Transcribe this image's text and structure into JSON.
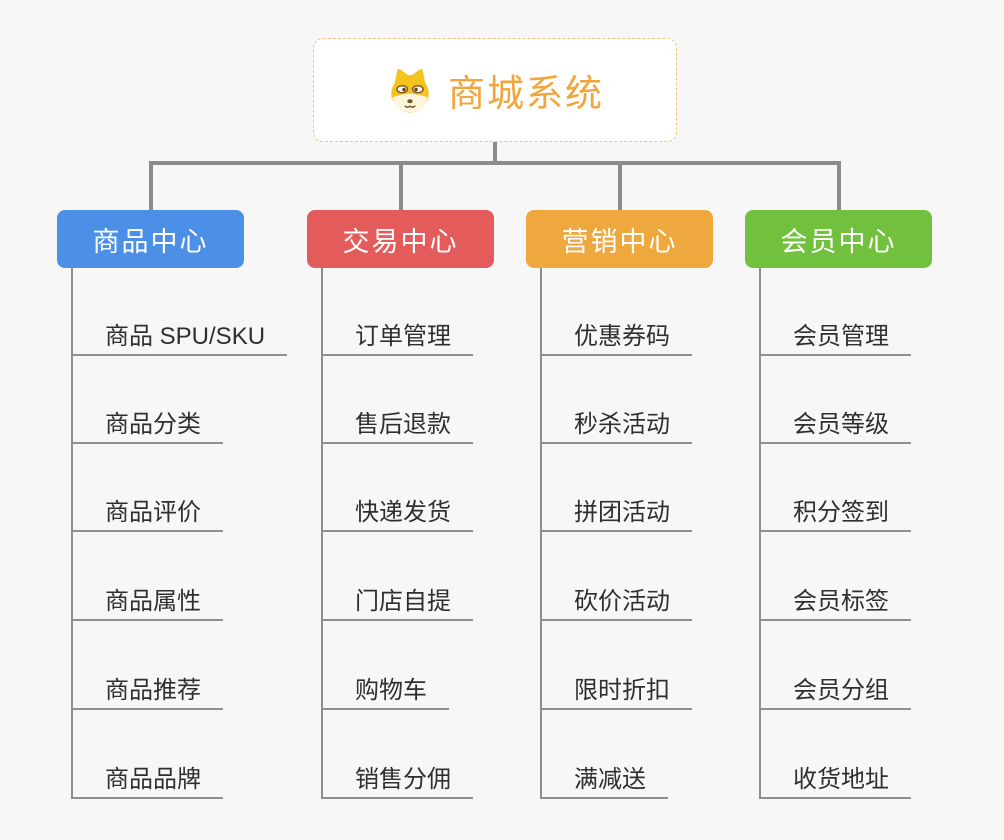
{
  "root": {
    "title": "商城系统",
    "icon": "doge-icon",
    "text_color": "#f0a63c",
    "border_color": "#f0c27c"
  },
  "branches": [
    {
      "label": "商品中心",
      "color": "#4b90e6",
      "items": [
        "商品 SPU/SKU",
        "商品分类",
        "商品评价",
        "商品属性",
        "商品推荐",
        "商品品牌"
      ]
    },
    {
      "label": "交易中心",
      "color": "#e45b5b",
      "items": [
        "订单管理",
        "售后退款",
        "快递发货",
        "门店自提",
        "购物车",
        "销售分佣"
      ]
    },
    {
      "label": "营销中心",
      "color": "#efa83d",
      "items": [
        "优惠券码",
        "秒杀活动",
        "拼团活动",
        "砍价活动",
        "限时折扣",
        "满减送"
      ]
    },
    {
      "label": "会员中心",
      "color": "#72c13e",
      "items": [
        "会员管理",
        "会员等级",
        "积分签到",
        "会员标签",
        "会员分组",
        "收货地址"
      ]
    }
  ],
  "palette": {
    "connector_color": "#8c8c8c",
    "background": "#f7f7f7",
    "child_text_color": "#2f2f2f"
  }
}
